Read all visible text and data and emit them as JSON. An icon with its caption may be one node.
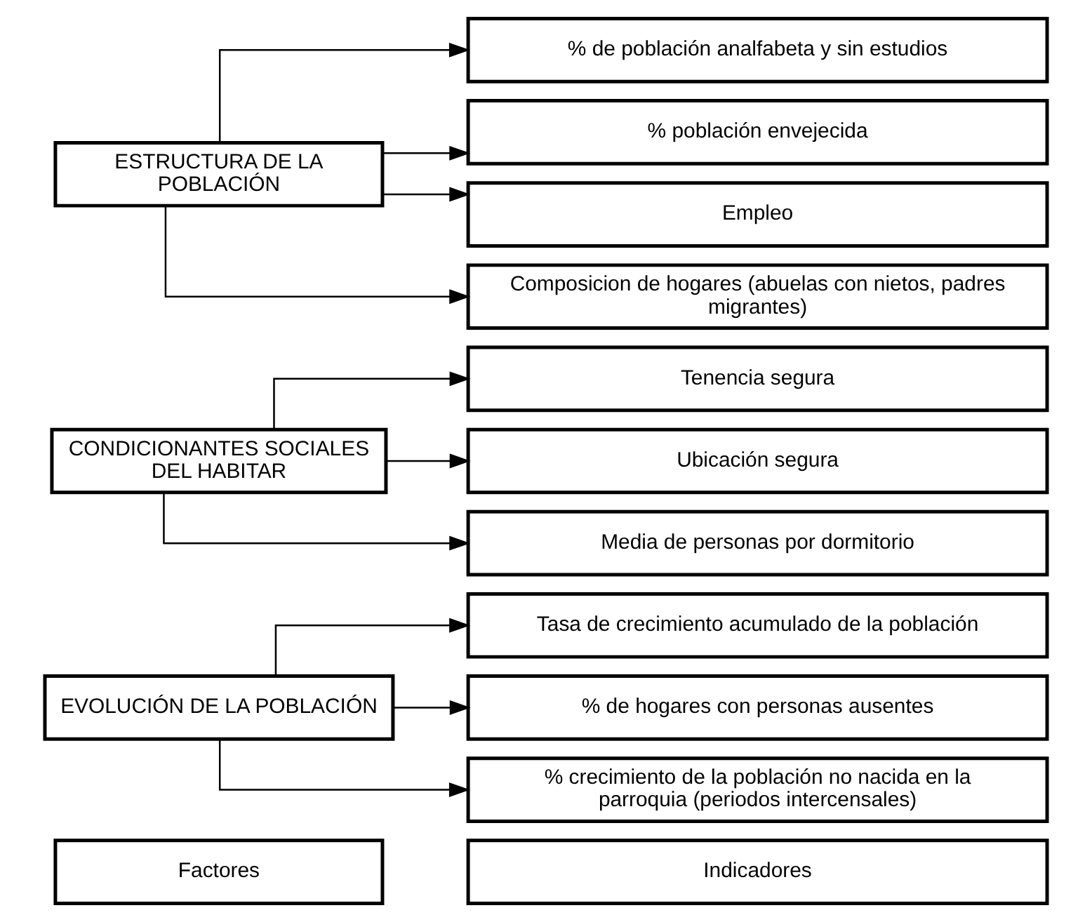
{
  "diagram": {
    "nodes": [
      {
        "text": [
          "Factores"
        ]
      },
      {
        "text": [
          "Indicadores"
        ]
      },
      {
        "text": [
          "EVOLUCIÓN DE LA POBLACIÓN"
        ]
      },
      {
        "text": [
          "Tasa de crecimiento acumulado de la población"
        ]
      },
      {
        "text": [
          "% de hogares con personas ausentes"
        ]
      },
      {
        "text": [
          "% crecimiento de la población no nacida en la parroquia (periodos intercensales)"
        ]
      },
      {
        "text": [
          "CONDICIONANTES SOCIALES DEL HABITAR"
        ]
      },
      {
        "text": [
          "Tenencia segura"
        ]
      },
      {
        "text": [
          "Ubicación segura"
        ]
      },
      {
        "text": [
          "Media de personas por dormitorio"
        ]
      },
      {
        "text": [
          "ESTRUCTURA DE LA POBLACIÓN"
        ]
      },
      {
        "text": [
          "% de población analfabeta y sin estudios"
        ]
      },
      {
        "text": [
          "% población envejecida"
        ]
      },
      {
        "text": [
          "Empleo"
        ]
      },
      {
        "text": [
          "Composicion de hogares (abuelas con nietos, padres migrantes)"
        ]
      }
    ],
    "edges": [
      {
        "from": 2,
        "to": 3,
        "arrow": "to"
      },
      {
        "from": 2,
        "to": 4,
        "arrow": "to"
      },
      {
        "from": 2,
        "to": 5,
        "arrow": "to"
      },
      {
        "from": 6,
        "to": 7,
        "arrow": "to"
      },
      {
        "from": 6,
        "to": 8,
        "arrow": "to"
      },
      {
        "from": 6,
        "to": 9,
        "arrow": "to"
      },
      {
        "from": 10,
        "to": 11,
        "arrow": "to"
      },
      {
        "from": 10,
        "to": 12,
        "arrow": "to"
      },
      {
        "from": 10,
        "to": 13,
        "arrow": "to"
      },
      {
        "from": 10,
        "to": 14,
        "arrow": "to"
      }
    ]
  }
}
